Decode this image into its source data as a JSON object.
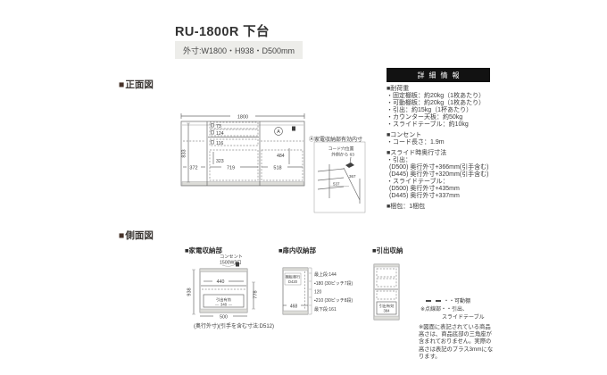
{
  "page": {
    "title": "RU-1800R 下台",
    "outer_dims": "外寸:W1800・H938・D500mm"
  },
  "sections": {
    "front": {
      "marker": "■",
      "label": "正面図"
    },
    "side": {
      "marker": "■",
      "label": "側面図"
    }
  },
  "front_view": {
    "total_width": "1800",
    "left_height": "833",
    "left_width": "372",
    "shelf_a": "73",
    "shelf_b": "124",
    "shelf_c": "116",
    "drawer_height": "323",
    "middle_width": "719",
    "right_height": "484",
    "right_width": "518",
    "marker_a": "A",
    "inset_title": "Ⓐ家電収納部有効内寸",
    "inset_cord_1": "コード穴位置",
    "inset_cord_2": "外側から 63",
    "inset_height": "367",
    "inset_depth": "537"
  },
  "details": {
    "header": "詳細情報",
    "lines": [
      "■耐荷重",
      "・固定棚板：約20kg（1枚あたり）",
      "・可動棚板：約20kg（1枚あたり）",
      "・引出：約15kg（1杯あたり）",
      "・カウンター天板：約50kg",
      "・スライドテーブル：約10kg",
      "■コンセント",
      "・コード長さ：1.9m",
      "■スライド時奥行寸法",
      "・引出：",
      "(D500) 奥行外寸+366mm(引手含む)",
      "(D445) 奥行外寸+320mm(引手含む)",
      "・スライドテーブル：",
      "(D500) 奥行外寸+435mm",
      "(D445) 奥行外寸+337mm",
      "■梱包：1梱包"
    ]
  },
  "side_view": {
    "appliance": {
      "title": "■家電収納部",
      "outlet_1": "コンセント",
      "outlet_2": "1500W2口",
      "height": "938",
      "inner_width": "440",
      "inner_height": "778",
      "drawer_label": "引出有効",
      "drawer_value": "348",
      "bottom_width": "500",
      "note": "(奥行外寸)(引手を含む寸法:D512)"
    },
    "door": {
      "title": "■扉内収納部",
      "shelf_1": "棚板奥行",
      "shelf_2": "D420",
      "width": "468",
      "annotations": [
        "最上段:144",
        "▪180 (30ピッチ7段)",
        "120",
        "▪210 (30ピッチ8段)",
        "最下段:161"
      ]
    },
    "drawer": {
      "title": "■引出収納",
      "label": "引出有効",
      "value": "384"
    }
  },
  "legend": {
    "movable": "・・可動棚",
    "dotted_1": "※点線部・・引出、",
    "dotted_2": "スライドテーブル"
  },
  "footnote": {
    "lines": [
      "※図面に表記されている商品",
      "高さは、商品底部の三角座が",
      "含まれておりません。実際の",
      "高さは表記のプラス3mmにな",
      "ります。"
    ]
  }
}
